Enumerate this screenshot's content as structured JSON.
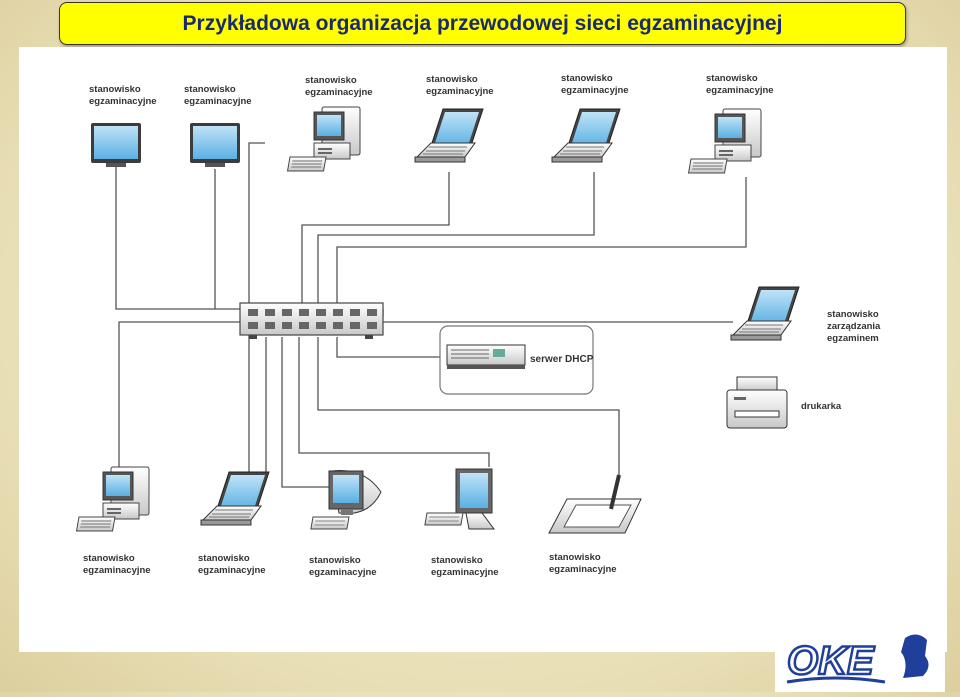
{
  "title": "Przykładowa organizacja przewodowej sieci egzaminacyjnej",
  "labels": {
    "exam_station_line1": "stanowisko",
    "exam_station_line2": "egzaminacyjne",
    "mgmt_line1": "stanowisko",
    "mgmt_line2": "zarządzania",
    "mgmt_line3": "egzaminem",
    "server": "serwer DHCP",
    "printer": "drukarka"
  },
  "logo": {
    "text": "OKE"
  },
  "colors": {
    "title_bg": "#ffff00",
    "title_text": "#1a2a6c",
    "wire": "#555555",
    "logo": "#1f3f9a"
  }
}
